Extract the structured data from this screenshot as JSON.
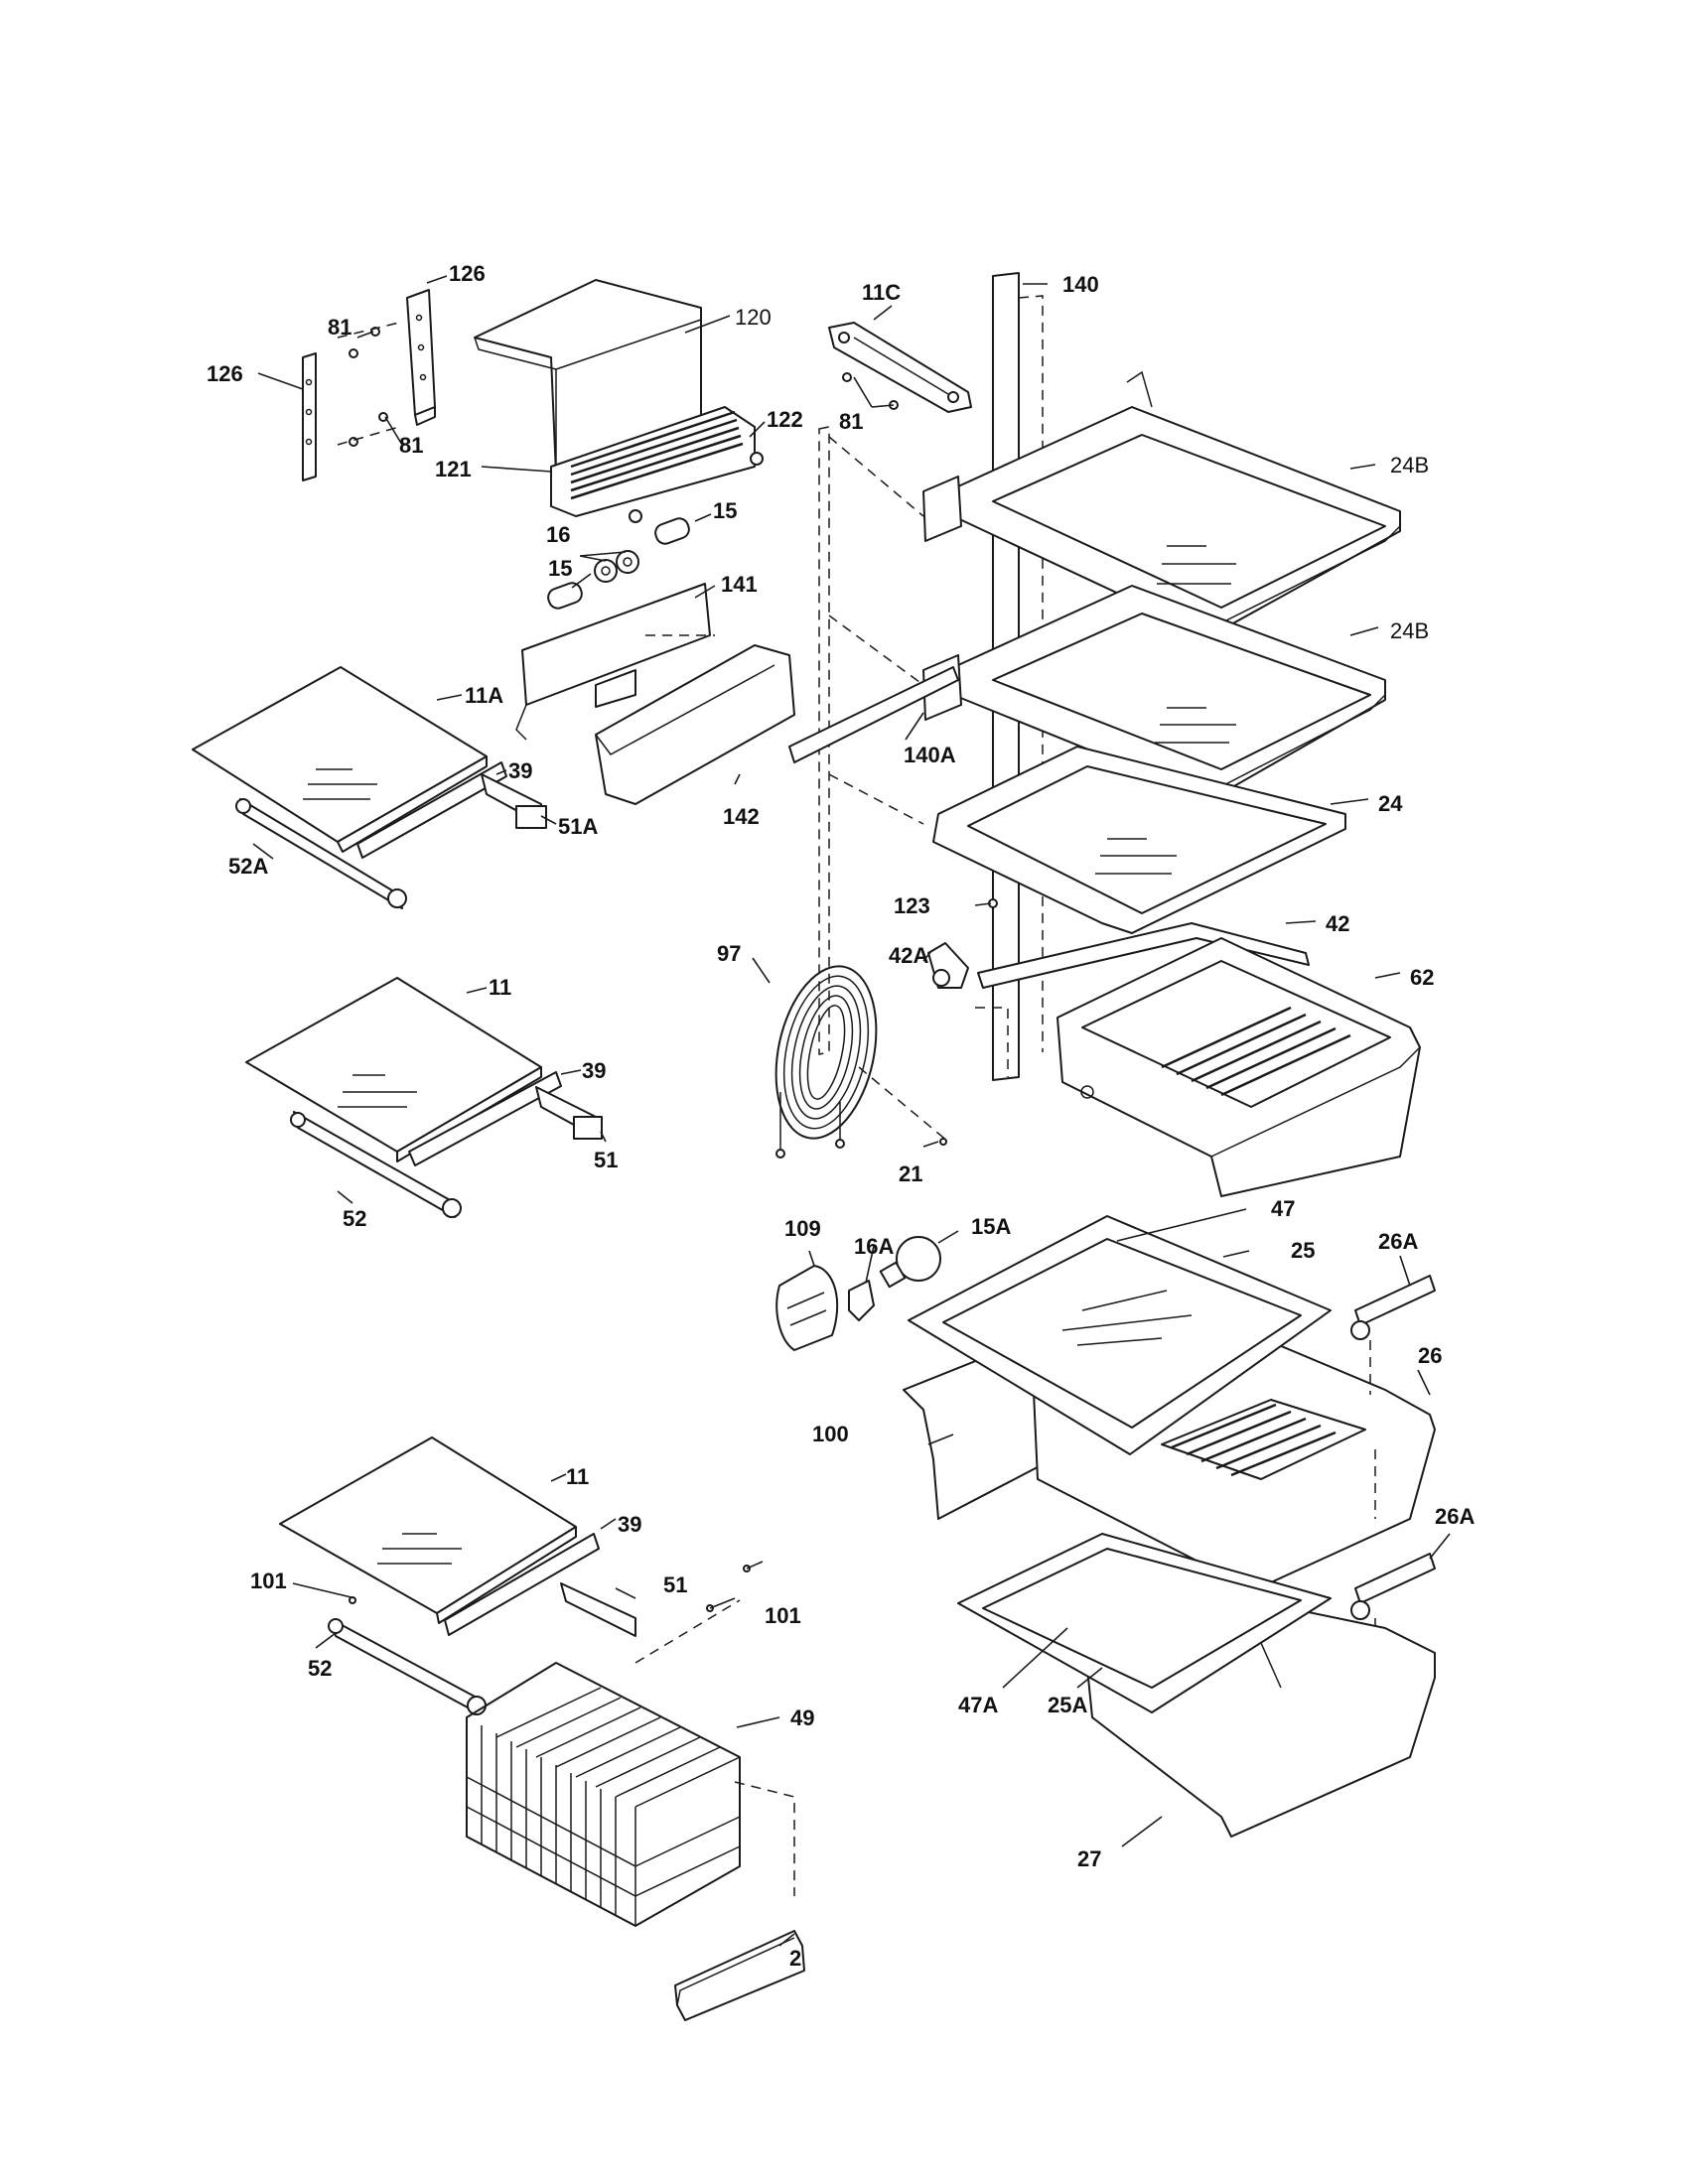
{
  "diagram": {
    "parts": [
      {
        "id": "p126a",
        "label": "126"
      },
      {
        "id": "p126b",
        "label": "126"
      },
      {
        "id": "p81a",
        "label": "81"
      },
      {
        "id": "p81b",
        "label": "81"
      },
      {
        "id": "p120",
        "label": "120"
      },
      {
        "id": "p121",
        "label": "121"
      },
      {
        "id": "p122",
        "label": "122"
      },
      {
        "id": "p15a",
        "label": "15"
      },
      {
        "id": "p15b",
        "label": "15"
      },
      {
        "id": "p16",
        "label": "16"
      },
      {
        "id": "p141",
        "label": "141"
      },
      {
        "id": "p142",
        "label": "142"
      },
      {
        "id": "p11a",
        "label": "11A"
      },
      {
        "id": "p39a",
        "label": "39"
      },
      {
        "id": "p51a",
        "label": "51A"
      },
      {
        "id": "p52a",
        "label": "52A"
      },
      {
        "id": "p11b",
        "label": "11"
      },
      {
        "id": "p39b",
        "label": "39"
      },
      {
        "id": "p51b",
        "label": "51"
      },
      {
        "id": "p52b",
        "label": "52"
      },
      {
        "id": "p11c",
        "label": "11"
      },
      {
        "id": "p39c",
        "label": "39"
      },
      {
        "id": "p51c",
        "label": "51"
      },
      {
        "id": "p101a",
        "label": "101"
      },
      {
        "id": "p101b",
        "label": "101"
      },
      {
        "id": "p52c",
        "label": "52"
      },
      {
        "id": "p49",
        "label": "49"
      },
      {
        "id": "p2",
        "label": "2"
      },
      {
        "id": "p11cc",
        "label": "11C"
      },
      {
        "id": "p140",
        "label": "140"
      },
      {
        "id": "p81c",
        "label": "81"
      },
      {
        "id": "p24b1",
        "label": "24B"
      },
      {
        "id": "p24b2",
        "label": "24B"
      },
      {
        "id": "p140a",
        "label": "140A"
      },
      {
        "id": "p24",
        "label": "24"
      },
      {
        "id": "p123",
        "label": "123"
      },
      {
        "id": "p97",
        "label": "97"
      },
      {
        "id": "p42a",
        "label": "42A"
      },
      {
        "id": "p42",
        "label": "42"
      },
      {
        "id": "p62",
        "label": "62"
      },
      {
        "id": "p21",
        "label": "21"
      },
      {
        "id": "p109",
        "label": "109"
      },
      {
        "id": "p16a",
        "label": "16A"
      },
      {
        "id": "p15a2",
        "label": "15A"
      },
      {
        "id": "p47",
        "label": "47"
      },
      {
        "id": "p25",
        "label": "25"
      },
      {
        "id": "p26a1",
        "label": "26A"
      },
      {
        "id": "p26",
        "label": "26"
      },
      {
        "id": "p100",
        "label": "100"
      },
      {
        "id": "p26a2",
        "label": "26A"
      },
      {
        "id": "p47a",
        "label": "47A"
      },
      {
        "id": "p25a",
        "label": "25A"
      },
      {
        "id": "p27",
        "label": "27"
      }
    ]
  }
}
